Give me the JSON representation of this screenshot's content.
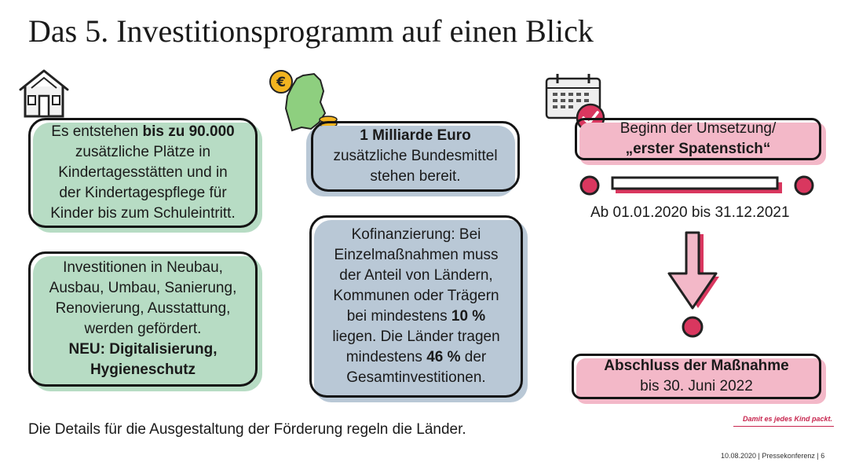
{
  "title": "Das 5. Investitionsprogramm auf einen Blick",
  "boxes": {
    "plaetze": {
      "line1_pre": "Es entstehen ",
      "line1_bold": "bis zu 90.000",
      "line2": "zusätzliche Plätze in",
      "line3": "Kindertagesstätten und in",
      "line4": "der Kindertagespflege für",
      "line5": "Kinder bis zum Schuleintritt."
    },
    "investitionen": {
      "line1": "Investitionen in Neubau,",
      "line2": "Ausbau, Umbau, Sanierung,",
      "line3": "Renovierung, Ausstattung,",
      "line4": "werden gefördert.",
      "line5": "NEU: Digitalisierung,",
      "line6": "Hygieneschutz"
    },
    "milliarde": {
      "line1": "1 Milliarde Euro",
      "line2": "zusätzliche Bundesmittel",
      "line3": "stehen bereit."
    },
    "kofinanzierung": {
      "line1": "Kofinanzierung: Bei",
      "line2": "Einzelmaßnahmen muss",
      "line3": "der Anteil von Ländern,",
      "line4": "Kommunen oder Trägern",
      "line5_pre": "bei mindestens ",
      "line5_bold": "10 %",
      "line6": "liegen. Die Länder tragen",
      "line7_pre": "mindestens ",
      "line7_bold": "46 %",
      "line7_post": " der",
      "line8": "Gesamtinvestitionen."
    },
    "beginn": {
      "line1": "Beginn der Umsetzung/",
      "line2": "„erster Spatenstich“"
    },
    "abschluss": {
      "line1": "Abschluss der Maßnahme",
      "line2": "bis 30. Juni 2022"
    }
  },
  "timeline": {
    "daterange": "Ab 01.01.2020 bis 31.12.2021"
  },
  "footer": {
    "text": "Die Details für die Ausgestaltung der Förderung regeln die Länder.",
    "slogan": "Damit es jedes Kind packt.",
    "pageinfo": "10.08.2020 | Pressekonferenz | 6"
  },
  "icons": [
    "house-icon",
    "germany-euro-icon",
    "calendar-check-icon",
    "down-arrow-icon"
  ],
  "colors": {
    "green": "#b7dcc4",
    "blue": "#b9c8d6",
    "pink": "#f3b8c8",
    "accent": "#d9375f",
    "slogan": "#c7254e"
  }
}
